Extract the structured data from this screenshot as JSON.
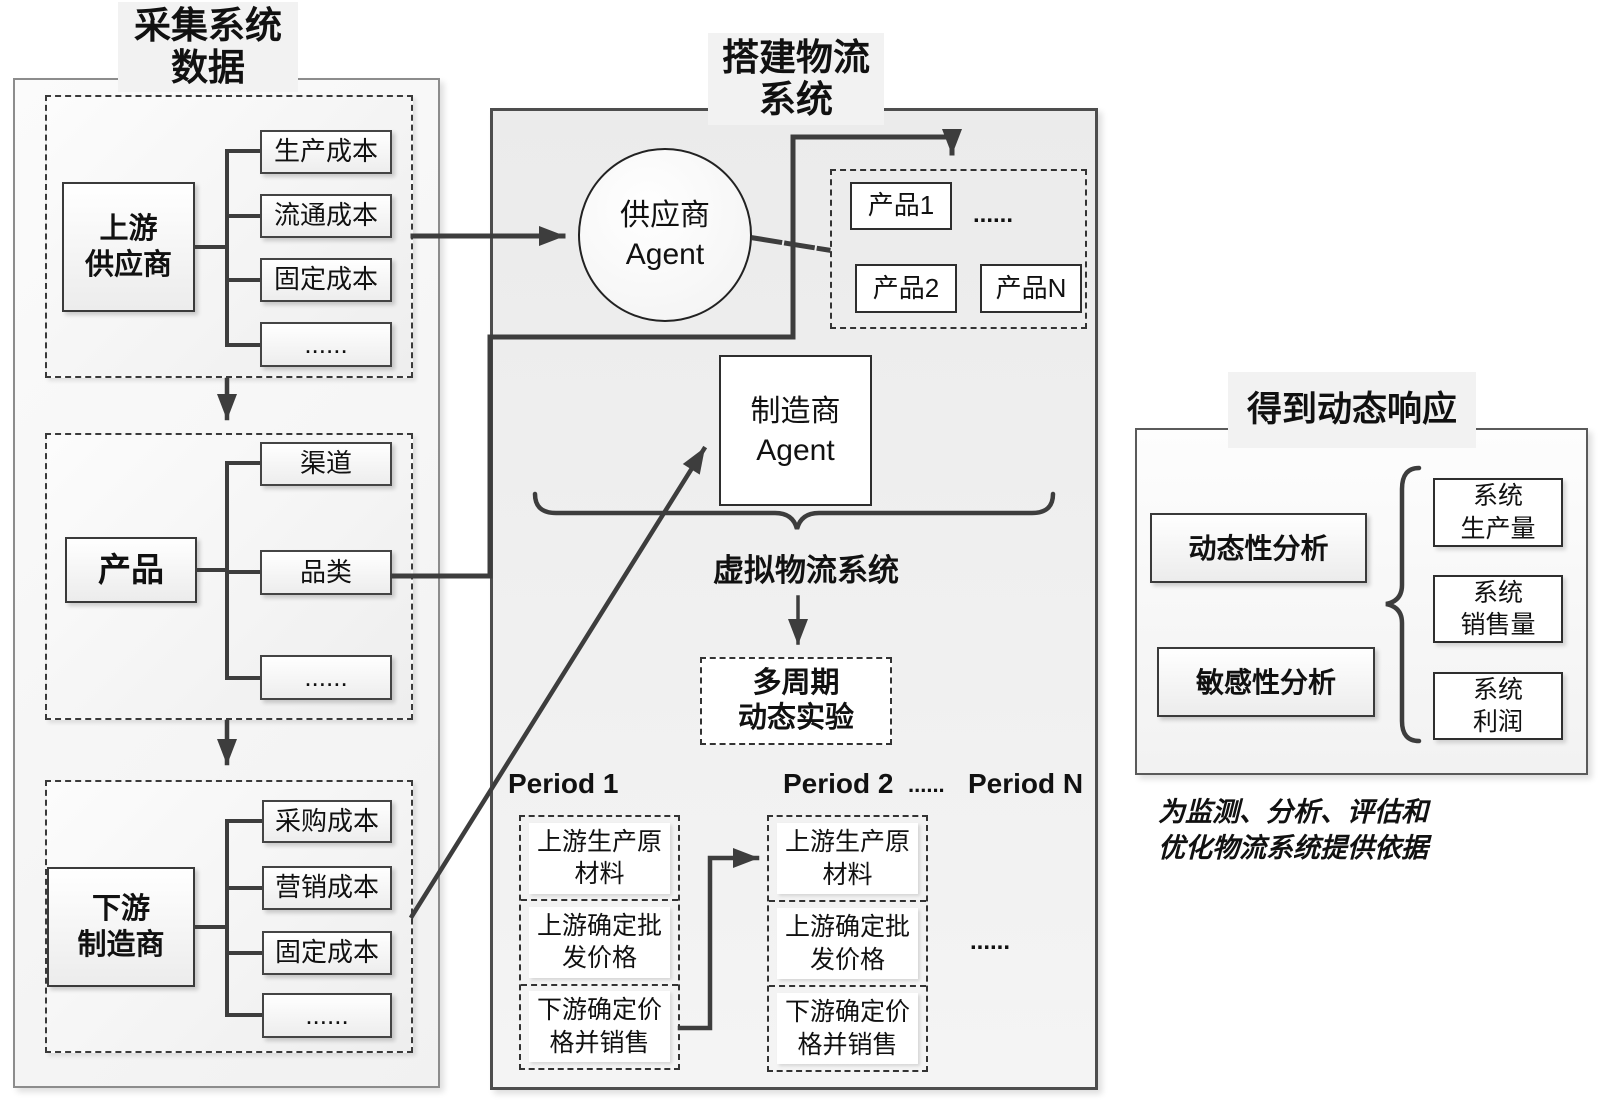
{
  "colors": {
    "line": "#3d3d3d",
    "panel_border": "#4d4d4d",
    "title_bg": "#f2f2f2"
  },
  "left_panel": {
    "title": "采集系统\n数据",
    "groups": [
      {
        "label": "上游\n供应商",
        "items": [
          "生产成本",
          "流通成本",
          "固定成本",
          "......"
        ]
      },
      {
        "label": "产品",
        "items": [
          "渠道",
          "品类",
          "......"
        ]
      },
      {
        "label": "下游\n制造商",
        "items": [
          "采购成本",
          "营销成本",
          "固定成本",
          "......"
        ]
      }
    ]
  },
  "middle_panel": {
    "title": "搭建物流\n系统",
    "supplier_agent": "供应商\nAgent",
    "manufacturer_agent": "制造商\nAgent",
    "products": {
      "p1": "产品1",
      "p2": "产品2",
      "pn": "产品N",
      "dots": "......"
    },
    "virtual_system_label": "虚拟物流系统",
    "experiment": "多周期\n动态实验",
    "periods": [
      {
        "heading": "Period 1",
        "steps": [
          "上游生产原\n材料",
          "上游确定批\n发价格",
          "下游确定价\n格并销售"
        ]
      },
      {
        "heading": "Period 2",
        "heading_dots": "......",
        "steps": [
          "上游生产原\n材料",
          "上游确定批\n发价格",
          "下游确定价\n格并销售"
        ]
      },
      {
        "heading": "Period N",
        "dots": "......"
      }
    ]
  },
  "right_panel": {
    "title": "得到动态响应",
    "analyses": [
      "动态性分析",
      "敏感性分析"
    ],
    "outputs": [
      "系统\n生产量",
      "系统\n销售量",
      "系统\n利润"
    ],
    "note": "为监测、分析、评估和\n优化物流系统提供依据"
  }
}
